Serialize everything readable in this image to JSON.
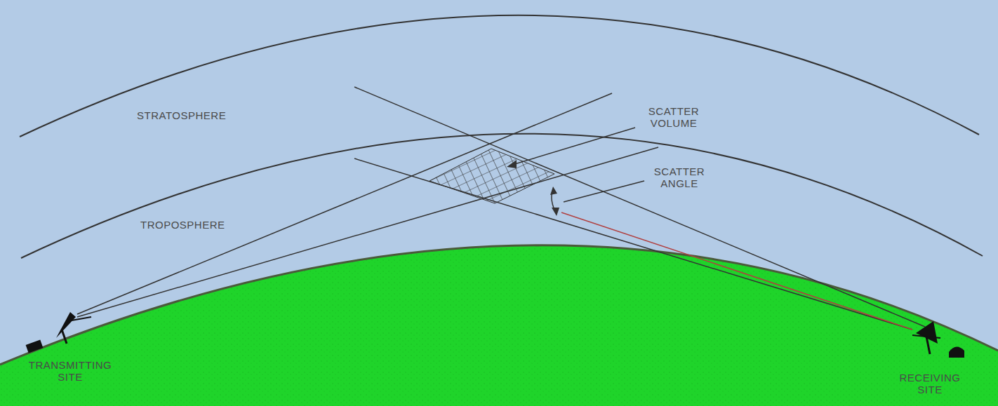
{
  "diagram": {
    "labels": [
      "STRATOSPHERE",
      "SCATTER VOLUME",
      "SCATTER ANGLE",
      "TROPOSPHERE",
      "TRANSMITTING SITE",
      "RECEIVING SITE"
    ]
  }
}
